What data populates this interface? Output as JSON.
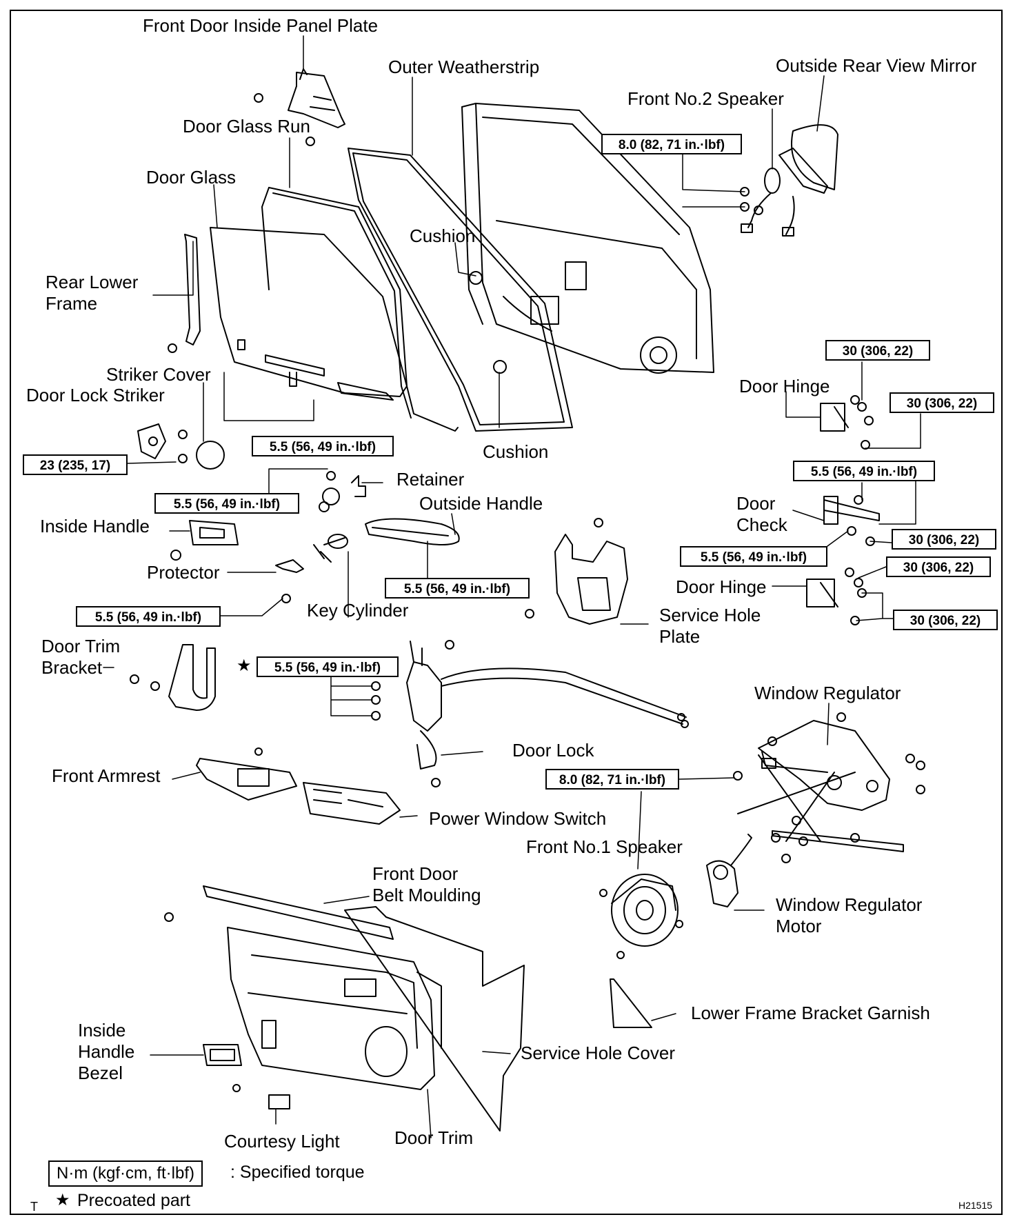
{
  "title_labels": {
    "front_door_inside_panel_plate": "Front Door Inside Panel Plate",
    "outer_weatherstrip": "Outer Weatherstrip",
    "outside_rear_view_mirror": "Outside Rear View Mirror",
    "front_no2_speaker": "Front No.2 Speaker",
    "door_glass_run": "Door Glass Run",
    "door_glass": "Door Glass",
    "cushion_upper": "Cushion",
    "rear_lower_frame": "Rear Lower\nFrame",
    "striker_cover": "Striker Cover",
    "door_lock_striker": "Door Lock Striker",
    "cushion_lower": "Cushion",
    "door_hinge_upper": "Door Hinge",
    "retainer": "Retainer",
    "outside_handle": "Outside Handle",
    "inside_handle": "Inside Handle",
    "door_check": "Door\nCheck",
    "protector": "Protector",
    "door_hinge_lower": "Door Hinge",
    "key_cylinder": "Key Cylinder",
    "service_hole_plate": "Service Hole\nPlate",
    "door_trim_bracket": "Door Trim\nBracket",
    "window_regulator": "Window Regulator",
    "door_lock": "Door Lock",
    "front_armrest": "Front Armrest",
    "power_window_switch": "Power Window Switch",
    "front_no1_speaker": "Front No.1 Speaker",
    "front_door_belt_moulding": "Front Door\nBelt Moulding",
    "window_regulator_motor": "Window Regulator\nMotor",
    "lower_frame_bracket_garnish": "Lower Frame Bracket Garnish",
    "inside_handle_bezel": "Inside\nHandle\nBezel",
    "service_hole_cover": "Service Hole Cover",
    "courtesy_light": "Courtesy Light",
    "door_trim": "Door Trim"
  },
  "torque_specs": {
    "mirror_bolts": "8.0 (82, 71 in.·lbf)",
    "hinge_upper_a": "30 (306, 22)",
    "hinge_upper_b": "30 (306, 22)",
    "glass_bolts": "5.5 (56, 49 in.·lbf)",
    "striker": "23 (235, 17)",
    "door_check_bolt": "5.5 (56, 49 in.·lbf)",
    "retainer_bolt": "5.5 (56, 49 in.·lbf)",
    "check_to_body": "30 (306, 22)",
    "check_to_door": "5.5 (56, 49 in.·lbf)",
    "hinge_lower_a": "30 (306, 22)",
    "outside_handle_bolt": "5.5 (56, 49 in.·lbf)",
    "protector_bolt": "5.5 (56, 49 in.·lbf)",
    "hinge_lower_b": "30 (306, 22)",
    "door_lock_screws": "5.5 (56, 49 in.·lbf)",
    "regulator_bolts": "8.0 (82, 71 in.·lbf)"
  },
  "legend": {
    "torque_unit": "N·m (kgf·cm, ft·lbf)",
    "torque_text": ": Specified torque",
    "star": "★",
    "precoated": "Precoated part"
  },
  "corner": {
    "left": "T",
    "code": "H21515"
  }
}
